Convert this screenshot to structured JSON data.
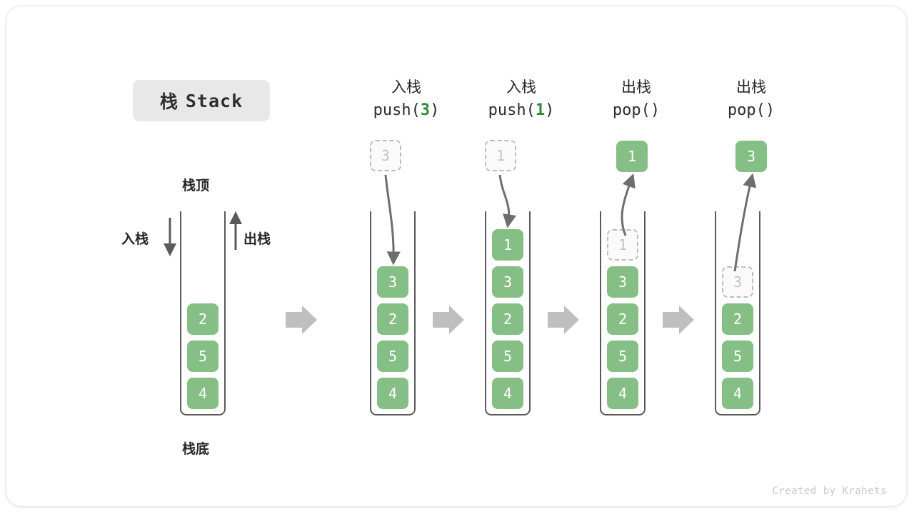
{
  "figure": {
    "title_zh": "栈",
    "title_en": "Stack",
    "credit": "Created by Krahets"
  },
  "colors": {
    "element_fill": "#85bf85",
    "element_text": "#ffffff",
    "ghost_fill": "#fafafa",
    "ghost_text": "#c3c3c3",
    "ghost_border": "#bdbdbd",
    "container_stroke": "#5a5a5a",
    "flow_arrow": "#bfbfbf",
    "op_arrow": "#6e6e6e",
    "badge_bg": "#e8e8e8",
    "code_arg_green": "#2e8b3d",
    "credit_gray": "#c9c9c9"
  },
  "annotations": {
    "top_label": "栈顶",
    "bottom_label": "栈底",
    "push_label": "入栈",
    "pop_label": "出栈"
  },
  "steps": [
    {
      "id": "initial",
      "header_zh": "",
      "header_code": "",
      "stack": [
        "2",
        "5",
        "4"
      ],
      "floating": null,
      "ghost": null
    },
    {
      "id": "push-3",
      "header_zh": "入栈",
      "header_code_prefix": "push(",
      "header_code_arg": "3",
      "header_code_suffix": ")",
      "stack": [
        "3",
        "2",
        "5",
        "4"
      ],
      "floating": {
        "value": "3",
        "style": "ghost"
      },
      "arrow": "down"
    },
    {
      "id": "push-1",
      "header_zh": "入栈",
      "header_code_prefix": "push(",
      "header_code_arg": "1",
      "header_code_suffix": ")",
      "stack": [
        "1",
        "3",
        "2",
        "5",
        "4"
      ],
      "floating": {
        "value": "1",
        "style": "ghost"
      },
      "arrow": "down"
    },
    {
      "id": "pop-1",
      "header_zh": "出栈",
      "header_code_prefix": "pop(",
      "header_code_arg": "",
      "header_code_suffix": ")",
      "stack": [
        "1",
        "3",
        "2",
        "5",
        "4"
      ],
      "stack_top_ghost": "1",
      "floating": {
        "value": "1",
        "style": "solid"
      },
      "arrow": "up"
    },
    {
      "id": "pop-3",
      "header_zh": "出栈",
      "header_code_prefix": "pop(",
      "header_code_arg": "",
      "header_code_suffix": ")",
      "stack": [
        "3",
        "2",
        "5",
        "4"
      ],
      "stack_top_ghost": "3",
      "floating": {
        "value": "3",
        "style": "solid"
      },
      "arrow": "up"
    }
  ],
  "cells": {
    "c0_v0": "2",
    "c0_v1": "5",
    "c0_v2": "4",
    "c1_v0": "3",
    "c1_v1": "2",
    "c1_v2": "5",
    "c1_v3": "4",
    "c1_float": "3",
    "c2_v0": "1",
    "c2_v1": "3",
    "c2_v2": "2",
    "c2_v3": "5",
    "c2_v4": "4",
    "c2_float": "1",
    "c3_g0": "1",
    "c3_v1": "3",
    "c3_v2": "2",
    "c3_v3": "5",
    "c3_v4": "4",
    "c3_float": "1",
    "c4_g0": "3",
    "c4_v2": "2",
    "c4_v3": "5",
    "c4_v4": "4",
    "c4_float": "3"
  },
  "headers": {
    "h1_zh": "入栈",
    "h1_pre": "push(",
    "h1_arg": "3",
    "h1_post": ")",
    "h2_zh": "入栈",
    "h2_pre": "push(",
    "h2_arg": "1",
    "h2_post": ")",
    "h3_zh": "出栈",
    "h3_pre": "pop(",
    "h3_arg": "",
    "h3_post": ")",
    "h4_zh": "出栈",
    "h4_pre": "pop(",
    "h4_arg": "",
    "h4_post": ")"
  }
}
